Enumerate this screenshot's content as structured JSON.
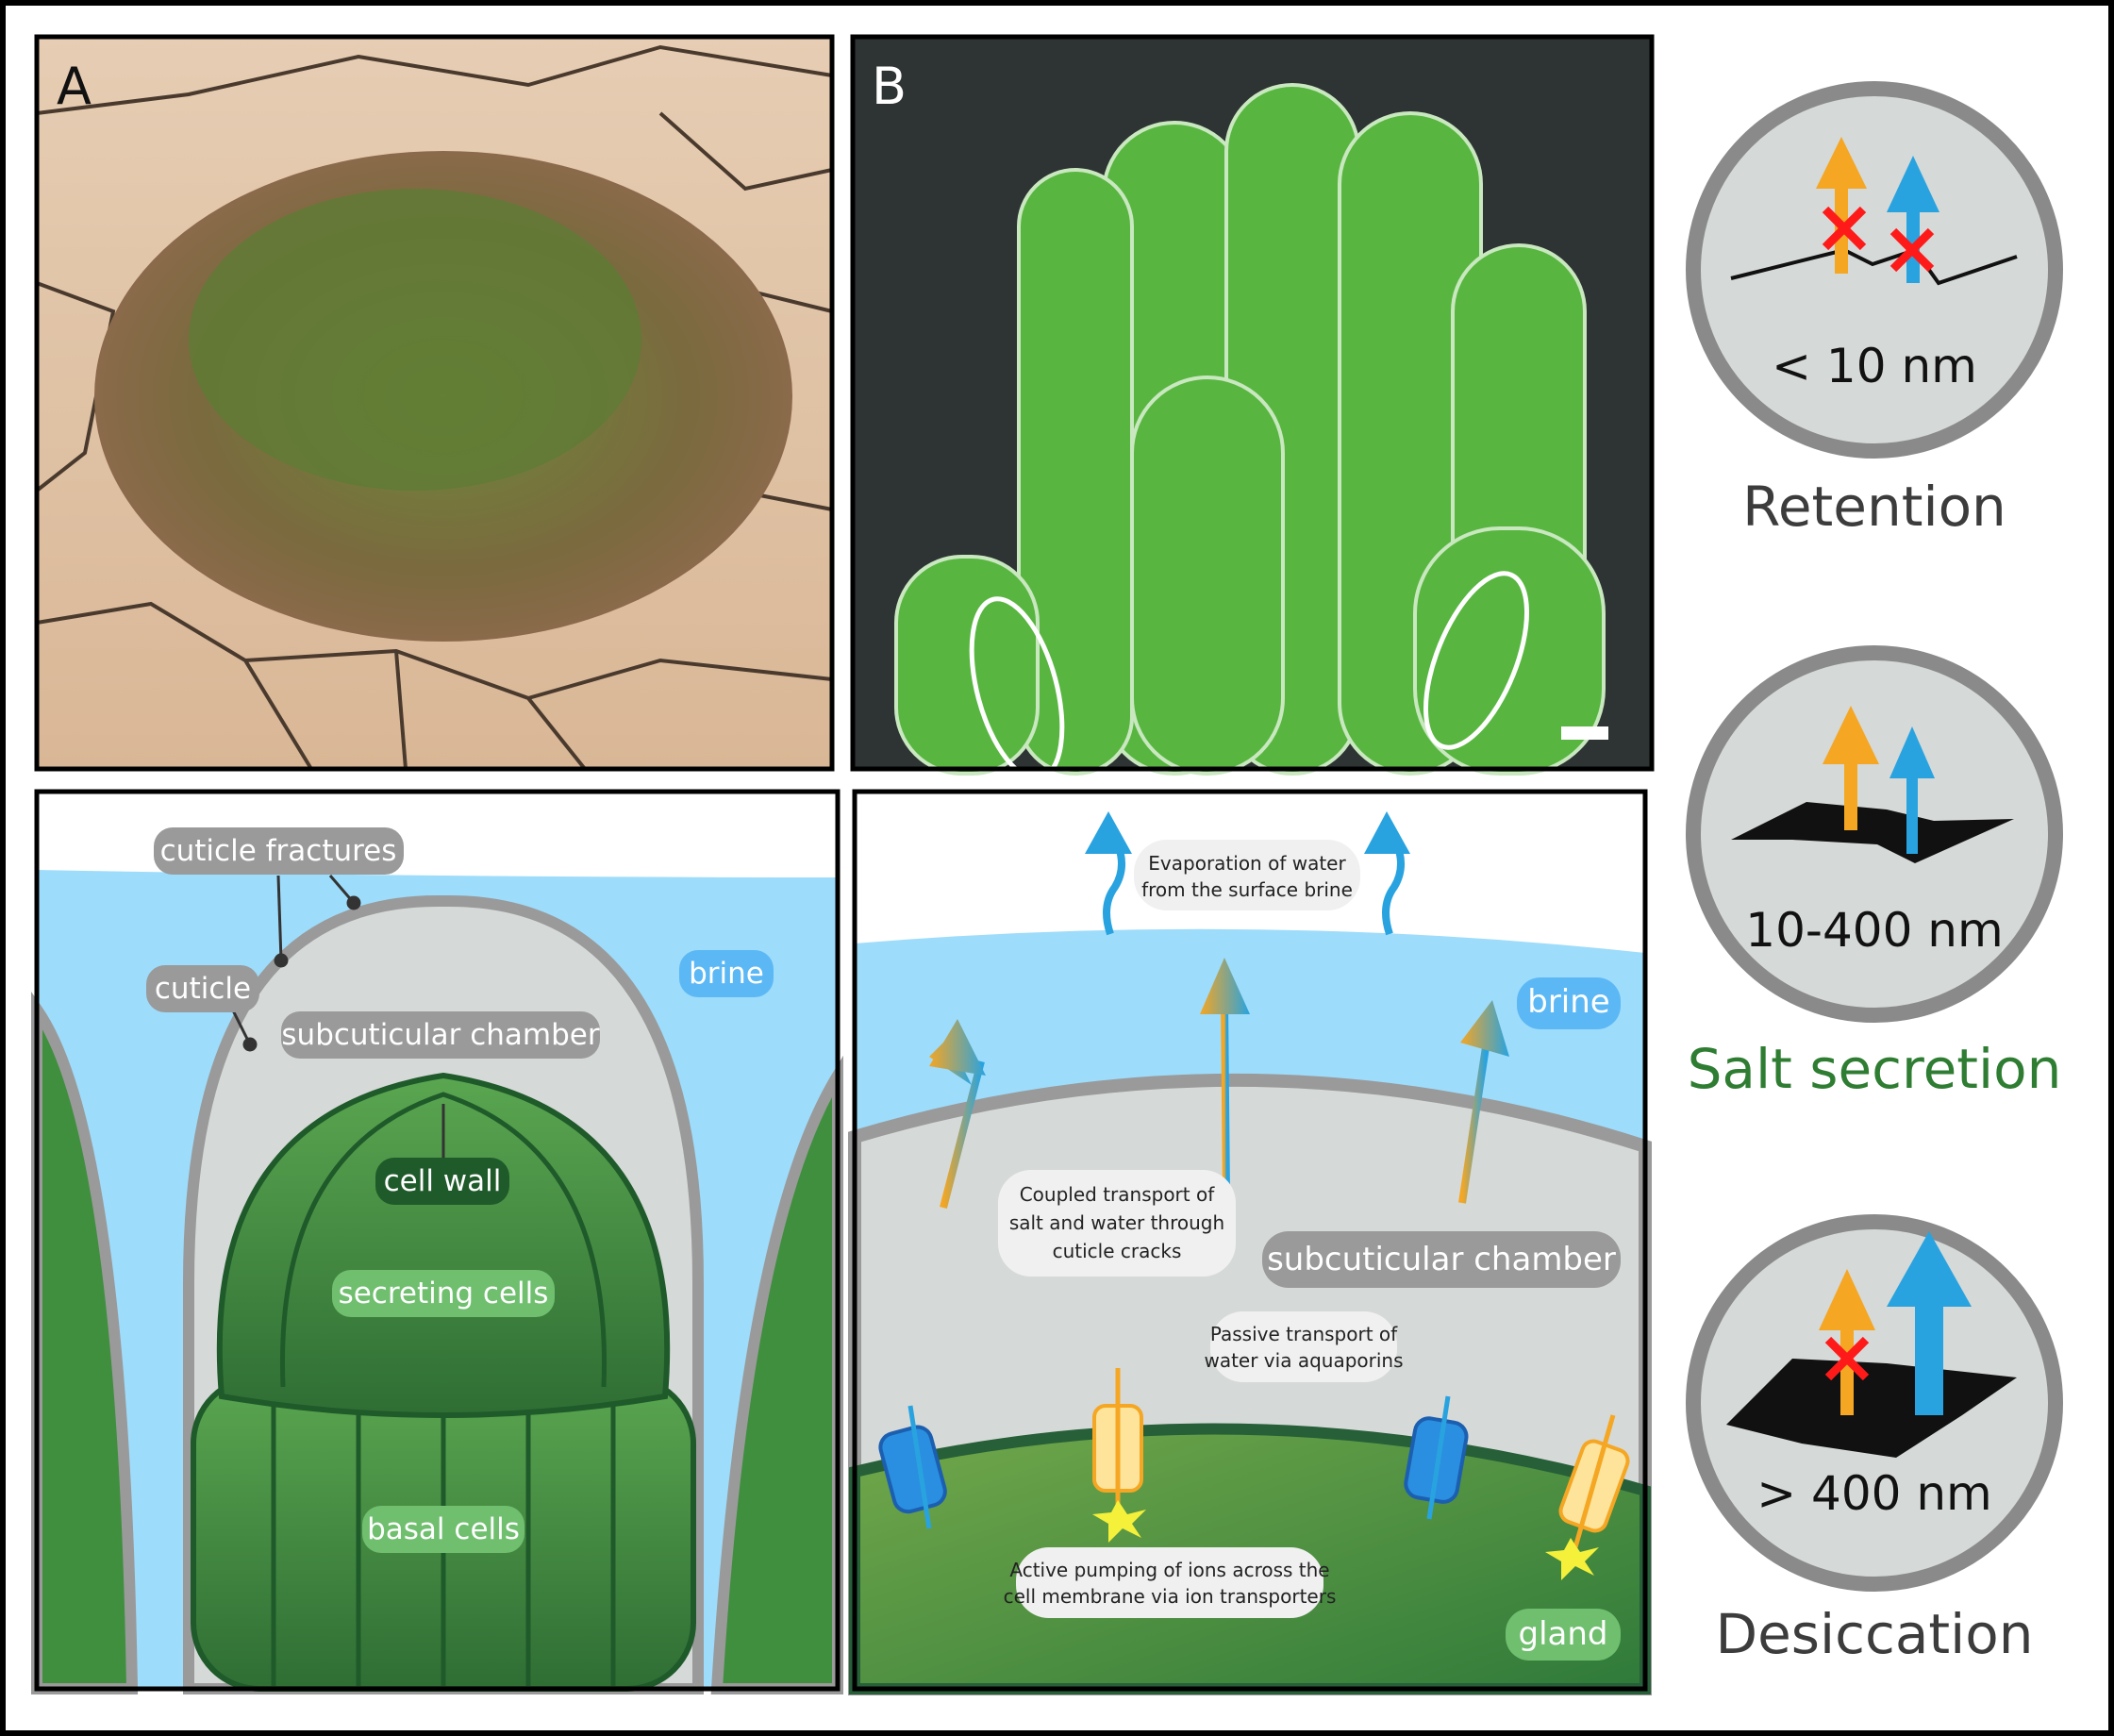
{
  "panels": {
    "a": {
      "letter": "A"
    },
    "b": {
      "letter": "B"
    },
    "c": {
      "labels": {
        "cuticle_fractures": "cuticle fractures",
        "cuticle": "cuticle",
        "brine": "brine",
        "subcuticular_chamber": "subcuticular chamber",
        "cell_wall": "cell wall",
        "secreting_cells": "secreting cells",
        "basal_cells": "basal cells"
      }
    },
    "d": {
      "evaporation": [
        "Evaporation of water",
        "from the surface brine"
      ],
      "brine": "brine",
      "coupled": [
        "Coupled transport of",
        "salt and water through",
        "cuticle cracks"
      ],
      "subcuticular_chamber": "subcuticular chamber",
      "passive": [
        "Passive transport of",
        "water via aquaporins"
      ],
      "active": [
        "Active pumping of ions across the",
        "cell membrane via ion transporters"
      ],
      "gland": "gland"
    }
  },
  "crack_states": [
    {
      "size": "< 10 nm",
      "label": "Retention",
      "label_color": "#3c3c3c"
    },
    {
      "size": "10-400 nm",
      "label": "Salt secretion",
      "label_color": "#2e7d32"
    },
    {
      "size": "> 400 nm",
      "label": "Desiccation",
      "label_color": "#3c3c3c"
    }
  ],
  "colors": {
    "salt": "#f5a623",
    "water": "#29a3e0",
    "brine": "#9edcfb",
    "chamber": "#d5d9d7",
    "green": "#3f8f3f"
  }
}
